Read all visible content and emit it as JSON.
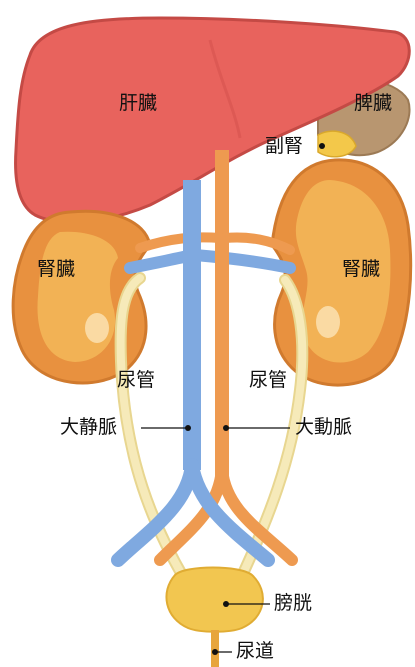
{
  "diagram": {
    "labels": {
      "liver": "肝臓",
      "spleen": "脾臓",
      "adrenal": "副腎",
      "kidney_left": "腎臓",
      "kidney_right": "腎臓",
      "ureter_left": "尿管",
      "ureter_right": "尿管",
      "vena_cava": "大静脈",
      "aorta": "大動脈",
      "bladder": "膀胱",
      "urethra": "尿道"
    },
    "colors": {
      "liver": "#e8635d",
      "liver_outline": "#c44a45",
      "spleen": "#b89670",
      "kidney": "#e8913f",
      "kidney_inner": "#f2b255",
      "ureter": "#f6eab9",
      "vena_cava": "#7fa9e0",
      "aorta": "#ee9a50",
      "bladder": "#f2c650",
      "adrenal": "#f3c84a"
    }
  }
}
